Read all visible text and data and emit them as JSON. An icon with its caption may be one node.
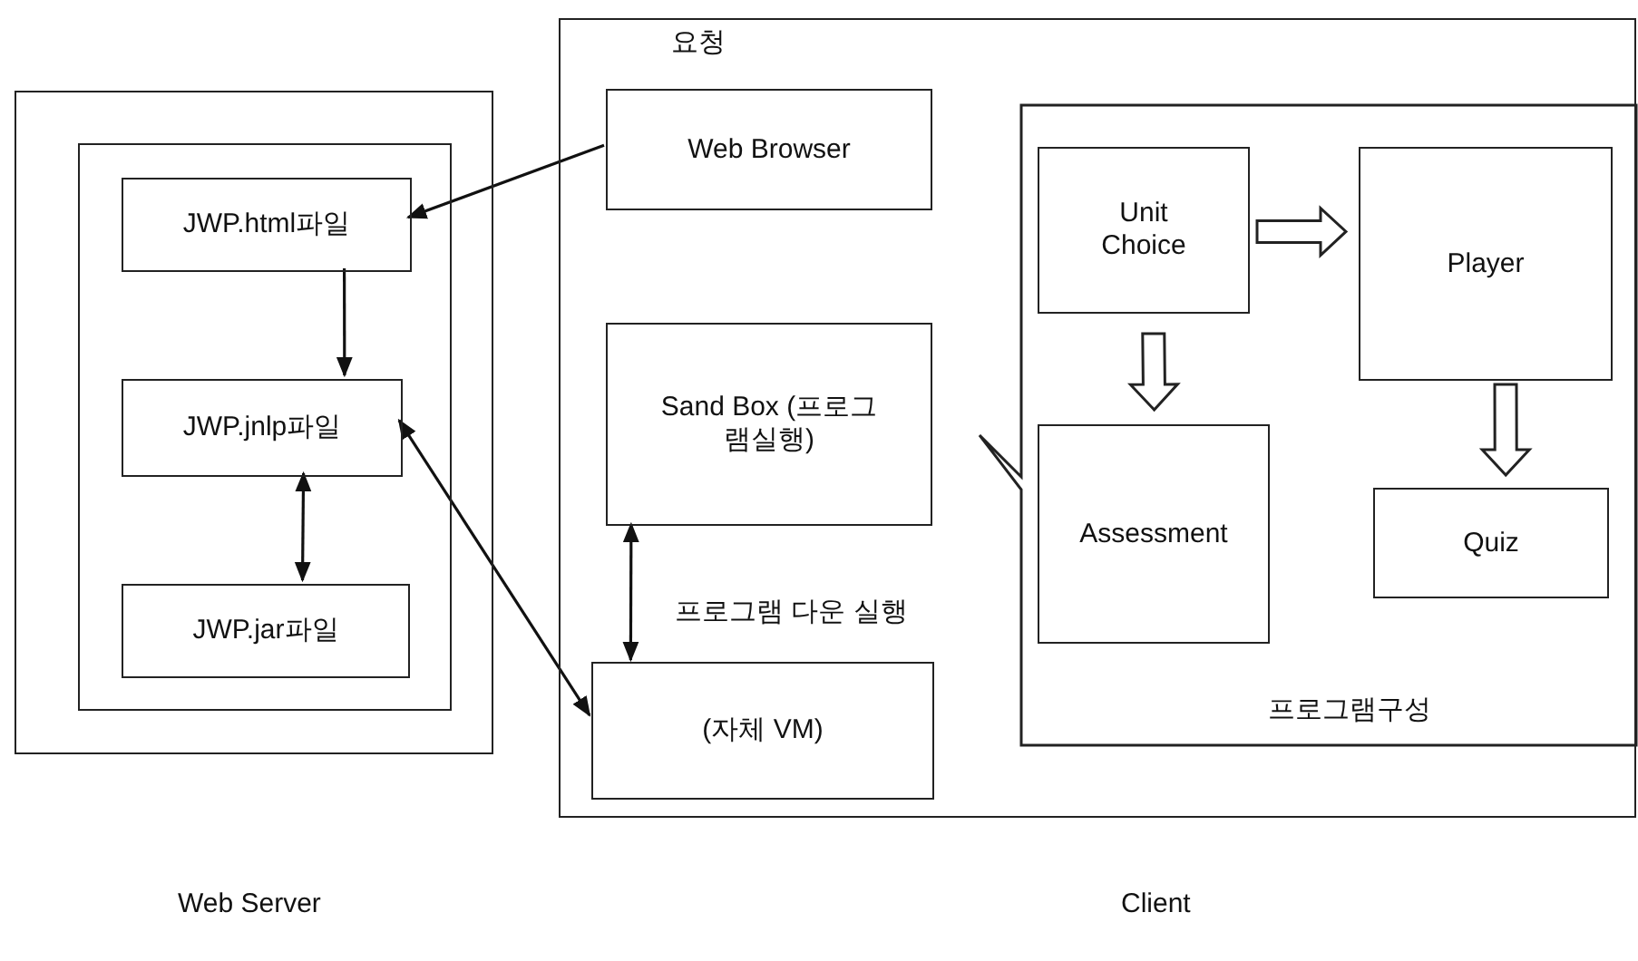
{
  "diagram": {
    "nodes": [
      {
        "text": [],
        "shape": "box"
      },
      {
        "text": [],
        "shape": "box",
        "in": 0
      },
      {
        "text": [
          "JWP.html파일"
        ],
        "in": 1
      },
      {
        "text": [
          "JWP.jnlp파일"
        ],
        "in": 1
      },
      {
        "text": [
          "JWP.jar파일"
        ],
        "in": 1
      },
      {
        "text": [],
        "shape": "box"
      },
      {
        "text": [
          "Web Browser"
        ],
        "in": 5
      },
      {
        "text": [
          "Sand Box (프로그램실행)"
        ],
        "in": 5
      },
      {
        "text": [
          "(자체 VM)"
        ],
        "in": 5
      },
      {
        "text": [
          "프로그램구성"
        ],
        "in": 5
      },
      {
        "text": [
          "Unit Choice"
        ],
        "in": 9
      },
      {
        "text": [
          "Player"
        ],
        "in": 9
      },
      {
        "text": [
          "Assessment"
        ],
        "in": 9
      },
      {
        "text": [
          "Quiz"
        ],
        "in": 9
      }
    ],
    "edges": [
      {
        "from": 6,
        "to": 2,
        "arrow": "to"
      },
      {
        "from": 2,
        "to": 3,
        "arrow": "to"
      },
      {
        "from": 3,
        "to": 4,
        "arrow": "both"
      },
      {
        "from": 3,
        "to": 8,
        "arrow": "both"
      },
      {
        "from": 7,
        "to": 8,
        "arrow": "both",
        "label": "프로그램 다운 실행"
      },
      {
        "from": 10,
        "to": 11,
        "arrow": "to",
        "style": "thick"
      },
      {
        "from": 10,
        "to": 12,
        "arrow": "to",
        "style": "thick"
      },
      {
        "from": 11,
        "to": 13,
        "arrow": "to",
        "style": "thick"
      }
    ],
    "labels": [
      "요청",
      "Web Server",
      "Client"
    ]
  }
}
